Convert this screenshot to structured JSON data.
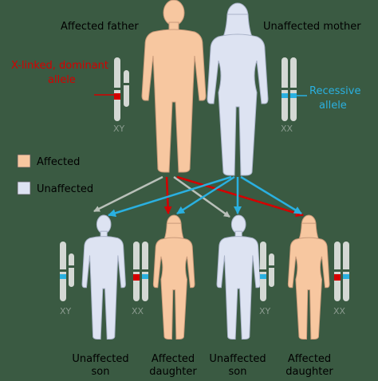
{
  "colors": {
    "background": "#3a5a42",
    "affected": "#f7c7a0",
    "unaffected": "#dde3f2",
    "dominant_allele": "#d40000",
    "recessive_allele": "#2ab0e0",
    "arrow_grey": "#b9c0b9",
    "chromosome": "#d4d8d4"
  },
  "parents": {
    "father_label": "Affected father",
    "mother_label": "Unaffected mother",
    "father_chrom_label": "XY",
    "mother_chrom_label": "XX"
  },
  "alleles": {
    "dominant_label_1": "X-linked, dominant",
    "dominant_label_2": "allele",
    "recessive_label_1": "Recessive",
    "recessive_label_2": "allele"
  },
  "legend": {
    "affected": "Affected",
    "unaffected": "Unaffected"
  },
  "children": [
    {
      "line1": "Unaffected",
      "line2": "son",
      "chrom": "XY"
    },
    {
      "line1": "Affected",
      "line2": "daughter",
      "chrom": "XX"
    },
    {
      "line1": "Unaffected",
      "line2": "son",
      "chrom": "XY"
    },
    {
      "line1": "Affected",
      "line2": "daughter",
      "chrom": "XX"
    }
  ]
}
